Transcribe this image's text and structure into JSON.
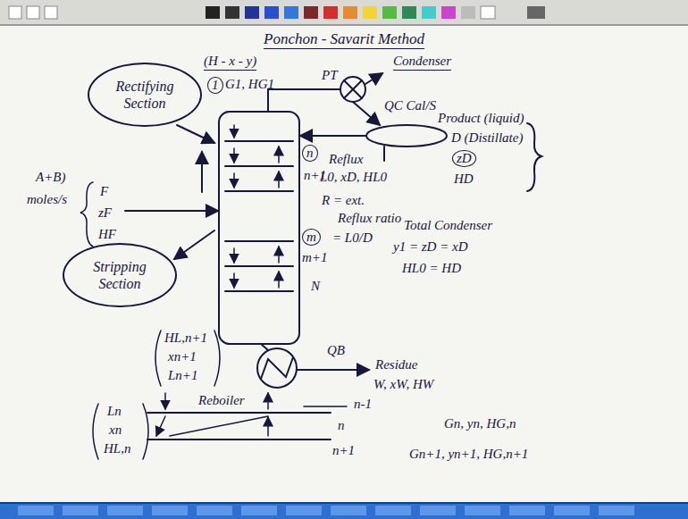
{
  "diagram": {
    "title": "Ponchon - Savarit Method",
    "nodes": [
      {
        "text": [
          "Rectifying Section"
        ]
      },
      {
        "text": [
          "Stripping Section"
        ]
      }
    ],
    "labels": [
      "(H - x - y)",
      "1",
      "G1, HG1",
      "PT",
      "Condenser",
      "QC Cal/S",
      "Product (liquid)",
      "D (Distillate)",
      "zD",
      "HD",
      "Reflux",
      "L0, xD, HL0",
      "R = ext.",
      "Reflux ratio",
      "= L0/D",
      "n",
      "n+1",
      "m",
      "m+1",
      "N",
      "Total Condenser",
      "y1 = zD = xD",
      "HL0 = HD",
      "A+B)",
      "moles/s",
      "F",
      "zF",
      "HF",
      "QB",
      "Residue",
      "W, xW, HW",
      "Reboiler",
      "HL,n+1",
      "xn+1",
      "Ln+1",
      "Ln",
      "xn",
      "HL,n",
      "n-1",
      "n",
      "n+1",
      "Gn, yn, HG,n",
      "Gn+1, yn+1, HG,n+1"
    ]
  }
}
